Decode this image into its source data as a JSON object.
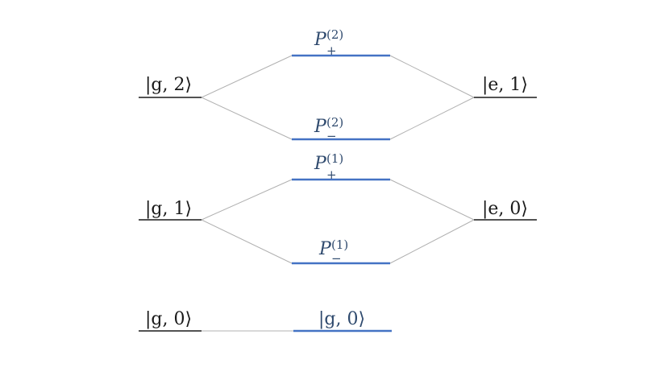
{
  "levels": {
    "left": [
      {
        "ket": "|g, 2⟩",
        "state": "g",
        "n": "2"
      },
      {
        "ket": "|g, 1⟩",
        "state": "g",
        "n": "1"
      },
      {
        "ket": "|g, 0⟩",
        "state": "g",
        "n": "0"
      }
    ],
    "right": [
      {
        "ket": "|e, 1⟩",
        "state": "e",
        "n": "1"
      },
      {
        "ket": "|e, 0⟩",
        "state": "e",
        "n": "0"
      }
    ],
    "center": [
      {
        "symbol": "P",
        "sub": "+",
        "sup": "(2)"
      },
      {
        "symbol": "P",
        "sub": "−",
        "sup": "(2)"
      },
      {
        "symbol": "P",
        "sub": "+",
        "sup": "(1)"
      },
      {
        "symbol": "P",
        "sub": "−",
        "sup": "(1)"
      },
      {
        "ket": "|g, 0⟩",
        "state": "g",
        "n": "0"
      }
    ]
  },
  "colors": {
    "black_level": "#1a1a1a",
    "blue_level": "#4472c4",
    "connector": "#b0b0b0",
    "blue_text": "#2f4a6e"
  }
}
